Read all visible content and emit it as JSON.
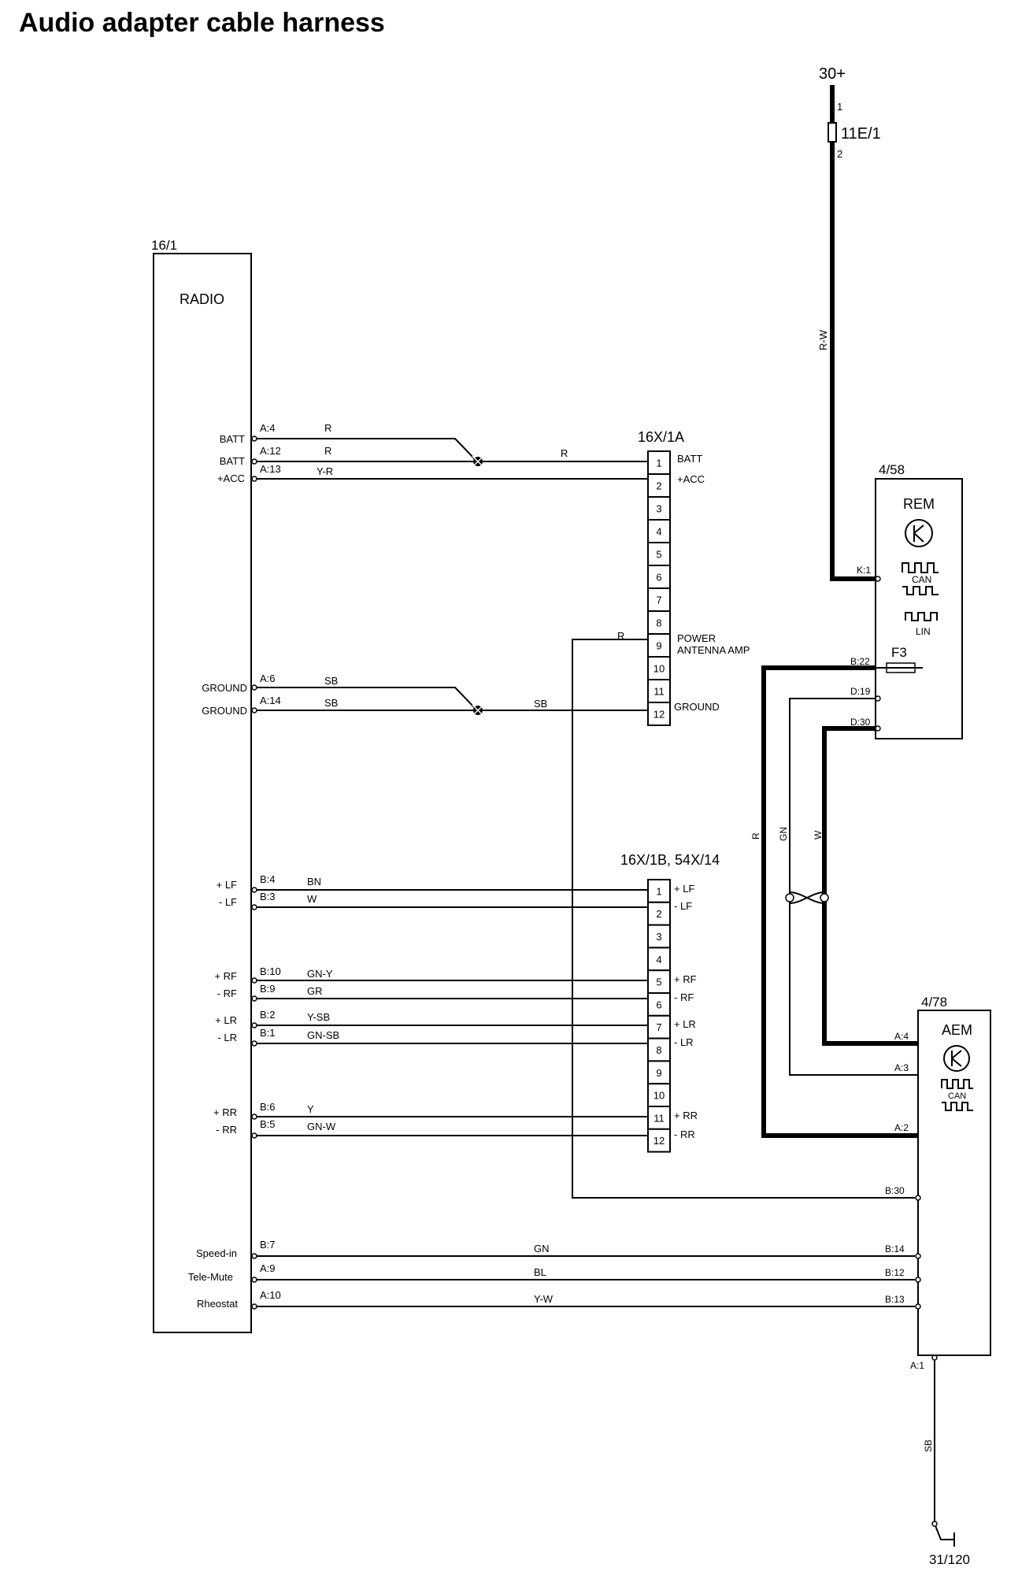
{
  "title": "Audio adapter cable harness",
  "supply": {
    "label": "30+",
    "fuse": {
      "label": "11E/1",
      "pin_in": "1",
      "pin_out": "2"
    },
    "wire_color": "R-W"
  },
  "radio": {
    "ref": "16/1",
    "name": "RADIO",
    "pins": [
      {
        "signal": "BATT",
        "pin": "A:4",
        "color": "R"
      },
      {
        "signal": "BATT",
        "pin": "A:12",
        "color": "R"
      },
      {
        "signal": "+ACC",
        "pin": "A:13",
        "color": "Y-R"
      },
      {
        "signal": "GROUND",
        "pin": "A:6",
        "color": "SB"
      },
      {
        "signal": "GROUND",
        "pin": "A:14",
        "color": "SB"
      },
      {
        "signal": "+ LF",
        "pin": "B:4",
        "color": "BN"
      },
      {
        "signal": "- LF",
        "pin": "B:3",
        "color": "W"
      },
      {
        "signal": "+ RF",
        "pin": "B:10",
        "color": "GN-Y"
      },
      {
        "signal": "- RF",
        "pin": "B:9",
        "color": "GR"
      },
      {
        "signal": "+ LR",
        "pin": "B:2",
        "color": "Y-SB"
      },
      {
        "signal": "- LR",
        "pin": "B:1",
        "color": "GN-SB"
      },
      {
        "signal": "+ RR",
        "pin": "B:6",
        "color": "Y"
      },
      {
        "signal": "- RR",
        "pin": "B:5",
        "color": "GN-W"
      },
      {
        "signal": "Speed-in",
        "pin": "B:7",
        "color": "GN"
      },
      {
        "signal": "Tele-Mute",
        "pin": "A:9",
        "color": "BL"
      },
      {
        "signal": "Rheostat",
        "pin": "A:10",
        "color": "Y-W"
      }
    ]
  },
  "splice_colors": {
    "batt": "R",
    "ground": "SB"
  },
  "connector_a": {
    "ref": "16X/1A",
    "pins": [
      "1",
      "2",
      "3",
      "4",
      "5",
      "6",
      "7",
      "8",
      "9",
      "10",
      "11",
      "12"
    ],
    "labels": {
      "1": "BATT",
      "2": "+ACC",
      "9a": "POWER",
      "9b": "ANTENNA AMP",
      "12": "GROUND"
    },
    "pin9_wire_color": "R"
  },
  "connector_b": {
    "ref": "16X/1B, 54X/14",
    "pins": [
      "1",
      "2",
      "3",
      "4",
      "5",
      "6",
      "7",
      "8",
      "9",
      "10",
      "11",
      "12"
    ],
    "labels": {
      "1": "+ LF",
      "2": "- LF",
      "5": "+ RF",
      "6": "- RF",
      "7": "+ LR",
      "8": "- LR",
      "11": "+ RR",
      "12": "- RR"
    }
  },
  "rem": {
    "ref": "4/58",
    "name": "REM",
    "can": "CAN",
    "lin": "LIN",
    "fuse": "F3",
    "pins": {
      "k1": "K:1",
      "b22": "B:22",
      "d19": "D:19",
      "d30": "D:30"
    }
  },
  "aem": {
    "ref": "4/78",
    "name": "AEM",
    "can": "CAN",
    "pins": {
      "a4": "A:4",
      "a3": "A:3",
      "a2": "A:2",
      "b30": "B:30",
      "b14": "B:14",
      "b12": "B:12",
      "b13": "B:13",
      "a1": "A:1"
    }
  },
  "rem_aem_wires": {
    "r": "R",
    "gn": "GN",
    "w": "W"
  },
  "ground": {
    "label": "31/120",
    "wire_color": "SB"
  }
}
